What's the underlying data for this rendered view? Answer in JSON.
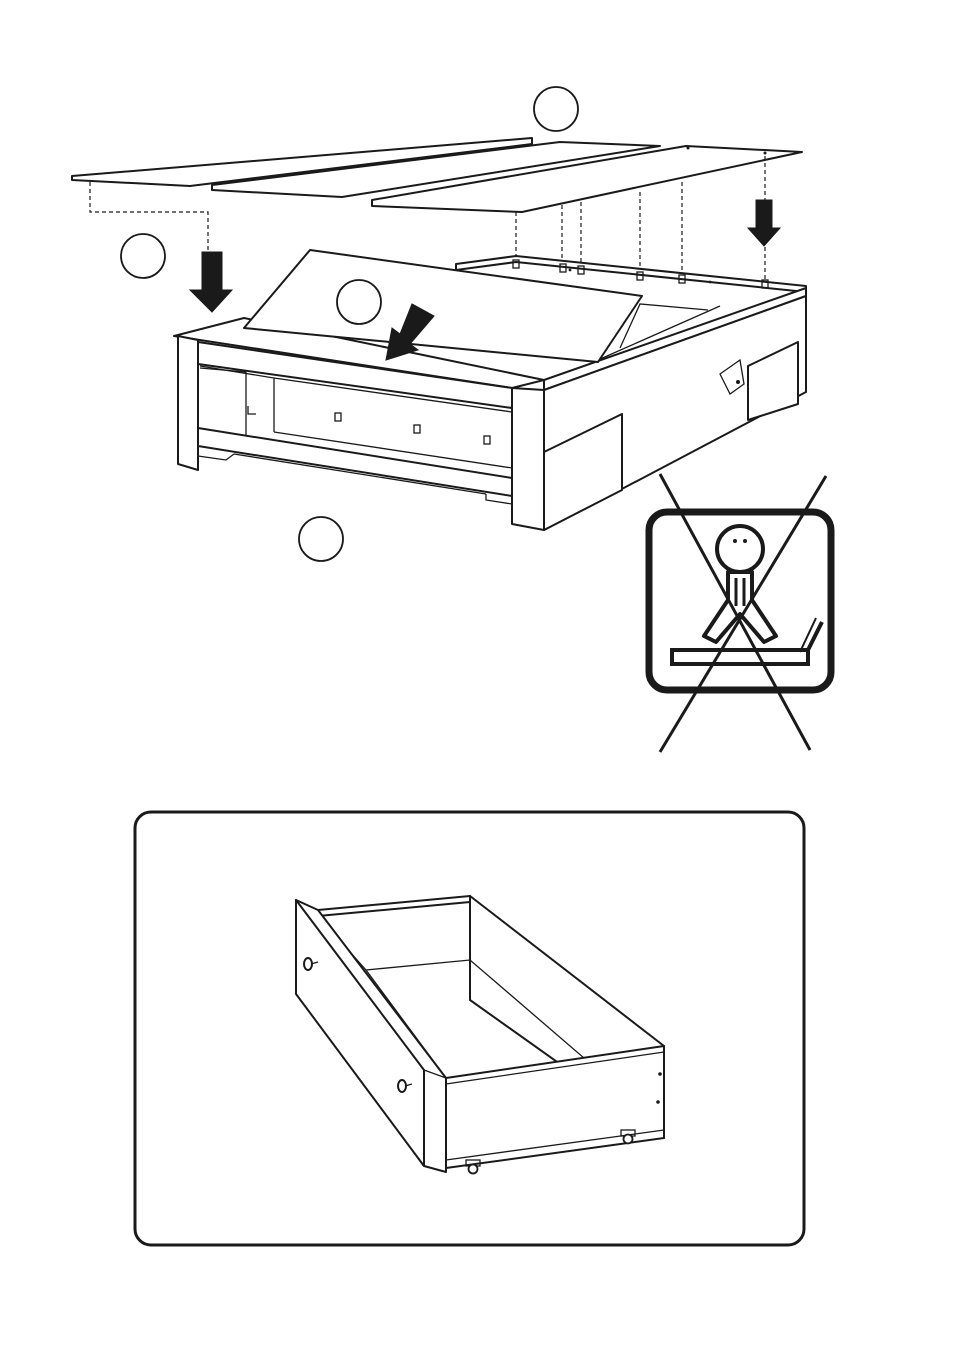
{
  "page": {
    "step_markers": [
      {
        "name": "step-marker-top",
        "label": ""
      },
      {
        "name": "step-marker-left",
        "label": ""
      },
      {
        "name": "step-marker-center",
        "label": ""
      },
      {
        "name": "step-marker-bottom",
        "label": ""
      }
    ],
    "warning_icon": "no-standing-on-bed-icon",
    "detail_panel_icon": "storage-drawer-icon",
    "colors": {
      "line": "#1a1a1a",
      "background": "#ffffff"
    }
  }
}
